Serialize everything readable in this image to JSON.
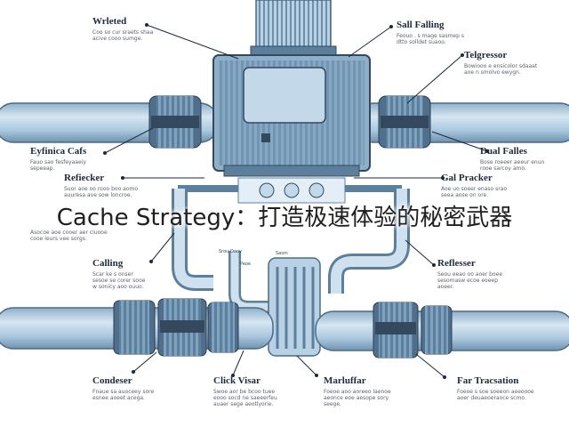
{
  "overlay_title": "Cache Strategy：打造极速体验的秘密武器",
  "callouts": {
    "wrleted": {
      "title": "Wrleted",
      "note": "Coo so cur sraets shaa acive cooo sumge."
    },
    "sall_falling": {
      "title": "Sall Falling",
      "note": "Feouo . s mage sasmep s dtto solldet suaoo."
    },
    "telgressor": {
      "title": "Telgressor",
      "note": "Bowiooo e ensicolor sdaaat aoe n smolvo ewygn."
    },
    "eyfinica_cafs": {
      "title": "Eyfinica Cafs",
      "note": "Fauo sao fesfeyaaeiy sepeeap."
    },
    "dual_falles": {
      "title": "Dual Falles",
      "note": "Bose roeeer aeeur enun rooe sarcoy amo."
    },
    "refiecker": {
      "title": "Refiecker",
      "note": "Suor aoe oo rooo boo aomo auuresa ave sow loncroe."
    },
    "gal_pracker": {
      "title": "Gal Pracker",
      "note": "Aoe uo soeer enaso srao seea aose on ore."
    },
    "left_mid": {
      "title": "",
      "note": "Asocoe aoe cooer aer ciuooe cooe leurs vee sorgs."
    },
    "calling": {
      "title": "Calling",
      "note": "Scar ke s onser sesoe se corer sooe w sonicy aoo ouuo."
    },
    "reflesser": {
      "title": "Reflesser",
      "note": "Seou eeao oo aoer boee sesomasw ecoe eoeep aoeer."
    },
    "condeser": {
      "title": "Condeser",
      "note": "Fnaue sa auoceey sore esnee aoeet acega."
    },
    "click_visar": {
      "title": "Click Visar",
      "note": "Swoe aor be bcoo tuee eooo socd ne saeeerfeu auaer sege aeotlyorie."
    },
    "marluffar": {
      "title": "Marluffar",
      "note": "Foeoe aoo aoreeo laenoe aeonce eoe aesope sory seege."
    },
    "far_tracsation": {
      "title": "Far Tracsation",
      "note": "Foeoe s soe soeeon aeeoooe aoer deuaeoeraoce scmo."
    }
  },
  "tiny_labels": [
    "Srou Oaov",
    "Sasm",
    "Peoe"
  ],
  "colors": {
    "pipe_fill": "#a9c7de",
    "pipe_edge": "#5c7f9c",
    "housing": "#8eb0cb",
    "dark": "#34495e",
    "leader": "#1d2a3a"
  }
}
